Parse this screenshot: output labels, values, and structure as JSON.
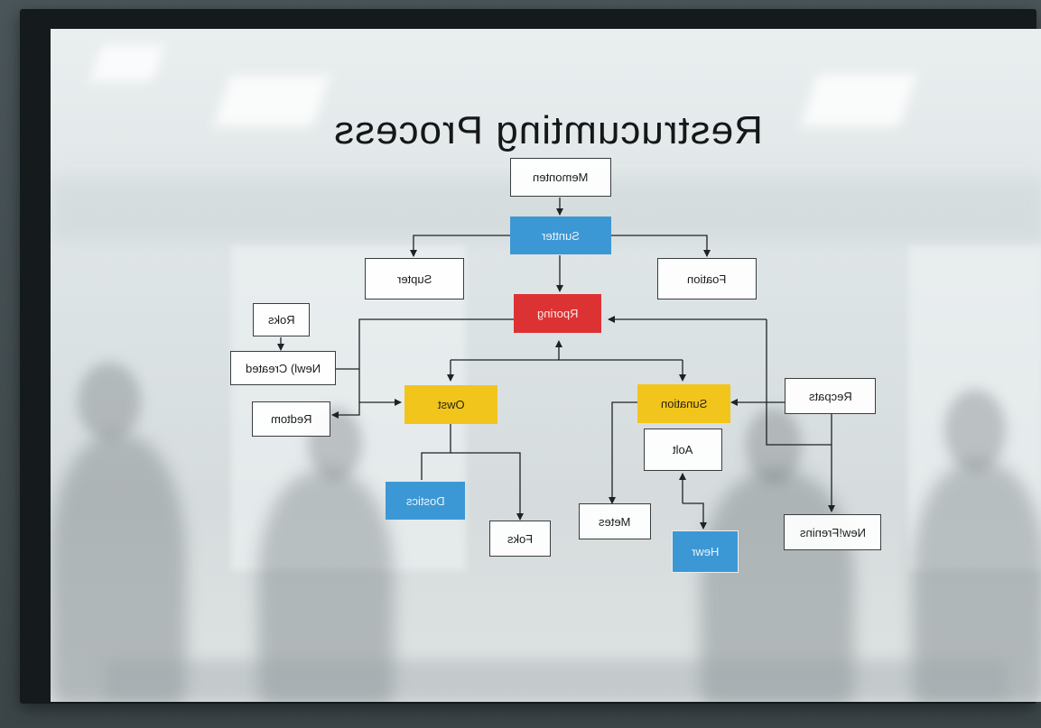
{
  "title": "Restrucumting Process",
  "colors": {
    "blue": "#3c97d5",
    "red": "#dd3233",
    "yellow": "#f2c51d",
    "white": "#ffffff"
  },
  "nodes": {
    "memonten": "Memonten",
    "suntter": "Suntter",
    "supter": "Supter",
    "foation": "Foation",
    "roks": "Roks",
    "rporing": "Rporing",
    "newl_created": "Newl) Created",
    "redtom": "Redtom",
    "owst": "Owst",
    "sunation": "Sunation",
    "recpats": "Recpats",
    "aolt": "Aolt",
    "dostics": "Dostics",
    "foks": "Foks",
    "metes": "Metes",
    "hewr": "Hewr",
    "newfrenins": "New!Frenins"
  }
}
